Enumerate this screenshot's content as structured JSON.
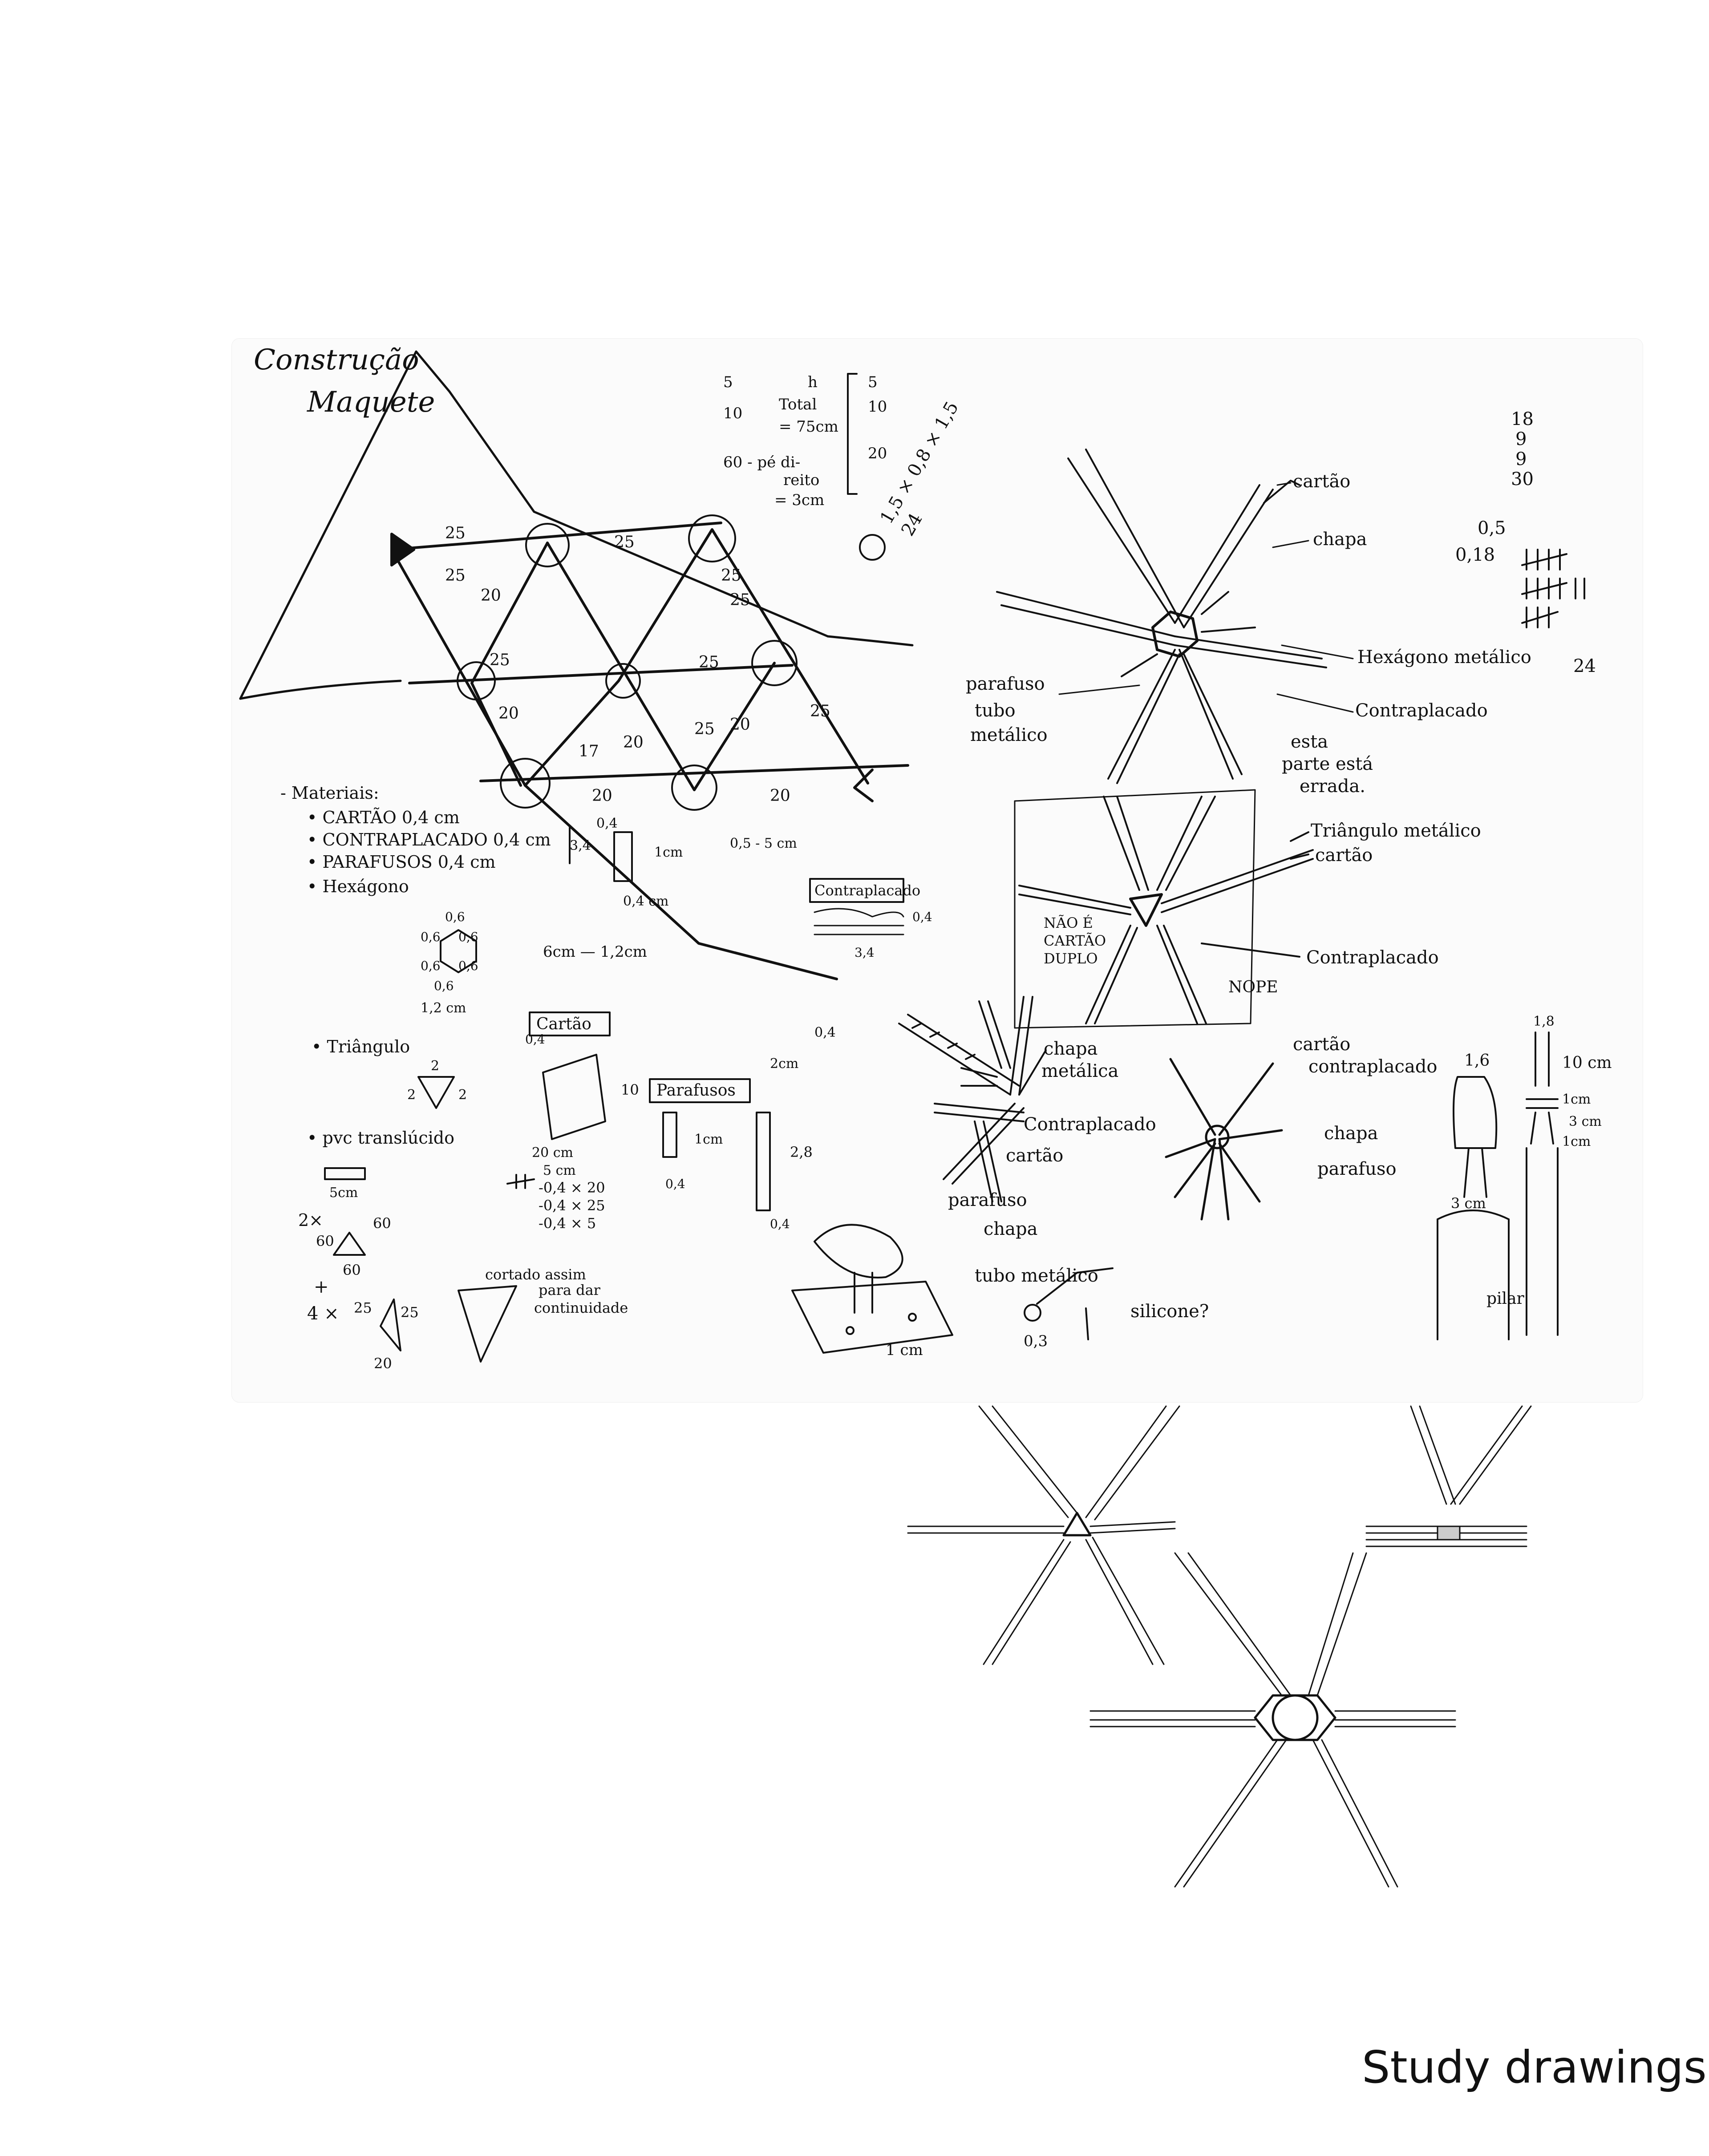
{
  "sheet": {
    "title_line1": "Construção",
    "title_line2": "Maquete"
  },
  "grid_labels": {
    "e1": "25",
    "e2": "25",
    "e3": "25",
    "e4": "25",
    "e5": "20",
    "e6": "25",
    "e7": "25",
    "e8": "25",
    "e9": "20",
    "e10": "17",
    "e11": "20",
    "e12": "25",
    "e13": "20",
    "e14": "20",
    "e15": "20",
    "e16": "25"
  },
  "heights": {
    "h1": "5",
    "h2": "10",
    "h3": "60 - pé di-",
    "h4": "reito",
    "h5": "= 3cm",
    "h6": "h",
    "h7": "Total",
    "h8": "= 75cm",
    "s1": "5",
    "s2": "10",
    "s3": "20",
    "formula": "1,5 × 0,8 × 1,5",
    "count": "24"
  },
  "tally": {
    "t1": "18",
    "t2": "9",
    "t3": "9",
    "t4": "30",
    "fraction": "0,5",
    "fraction2": "0,18",
    "total": "24"
  },
  "materials": {
    "heading": "- Materiais:",
    "items": [
      "• CARTÃO 0,4 cm",
      "• CONTRAPLACADO 0,4 cm",
      "• PARAFUSOS 0,4 cm",
      "• Hexágono"
    ],
    "hex_dims": [
      "0,6",
      "0,6",
      "0,6",
      "0,6",
      "0,6",
      "0,6",
      "1,2 cm"
    ],
    "hex_note": "6cm — 1,2cm",
    "triangle": "• Triângulo",
    "tri_dims": [
      "2",
      "2",
      "2"
    ],
    "pvc": "• pvc translúcido",
    "pvc_dim": "5cm",
    "sheet_dims": [
      "0,4",
      "1cm",
      "3,4",
      "0,4 cm",
      "0,5 - 5 cm"
    ]
  },
  "boxes": {
    "cartao": "Cartão",
    "contraplacado": "Contraplacado",
    "parafusos": "Parafusos",
    "cartao_dims": [
      "0,4",
      "10",
      "20 cm",
      "5 cm"
    ],
    "contra_dims": [
      "0,4",
      "3,4"
    ],
    "paraf_dims": [
      "1cm",
      "0,4",
      "2,8",
      "0,4"
    ]
  },
  "counts": {
    "c1": "-0,4 × 20",
    "c2": "-0,4 × 25",
    "c3": "-0,4 × 5",
    "m1": "2×",
    "m2": "60",
    "m3": "60",
    "m4": "60",
    "p1": "+",
    "p2": "4 ×",
    "p3": "25",
    "p4": "25",
    "p5": "20",
    "cut": "cortado assim",
    "cut2": "para dar",
    "cut3": "continuidade"
  },
  "labels": {
    "cartao_a": "cartão",
    "chapa_a": "chapa",
    "hexagono": "Hexágono metálico",
    "contraplacado_a": "Contraplacado",
    "parafuso_a": "parafuso",
    "tubo": "tubo",
    "metalico": "metálico",
    "esta": "esta",
    "parte": "parte está",
    "errada": "errada.",
    "triangulo": "Triângulo metálico",
    "cartao_b": "cartão",
    "nao": "NÃO É",
    "cartao_dup": "CARTÃO",
    "duplo": "DUPLO",
    "nope": "NOPE",
    "contraplacado_b": "Contraplacado",
    "chapa_met": "chapa",
    "chapa_met2": "metálica",
    "contraplacado_c": "Contraplacado",
    "cartao_c": "cartão",
    "parafuso_b": "parafuso",
    "cartao_d": "cartão",
    "contraplacado_d": "contraplacado",
    "chapa_b": "chapa",
    "parafuso_c": "parafuso",
    "chapa_c": "chapa",
    "tubo_met": "tubo metálico",
    "silicone": "silicone?",
    "dim_03": "0,3",
    "dim_1cm": "1 cm",
    "dim_2cm": "2cm",
    "dim_04": "0,4",
    "dim_10cm": "10 cm",
    "dim_1": "1cm",
    "dim_3": "3 cm",
    "dim_1b": "1cm",
    "dim_3cm": "3 cm",
    "pilar": "pilar",
    "dim_18": "1,8",
    "dim_16": "1,6"
  },
  "caption": "Study drawings"
}
